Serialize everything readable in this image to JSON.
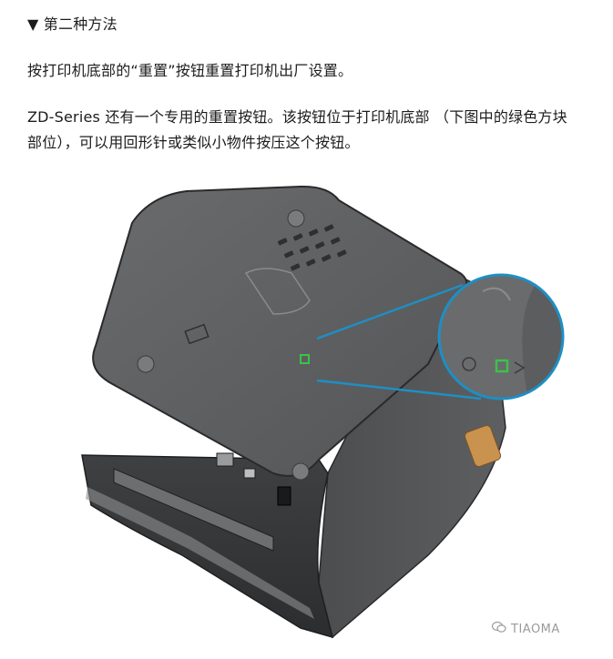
{
  "doc": {
    "heading": "▼ 第二种方法",
    "paragraph1": "按打印机底部的“重置”按钮重置打印机出厂设置。",
    "paragraph2_line1": "ZD-Series 还有一个专用的重置按钮。该按钮位于打印机底部 （下图中的绿色方块",
    "paragraph2_line2": "部位），可以用回形针或类似小物件按压这个按钮。"
  },
  "figure": {
    "watermark_text": "TIAOMA",
    "watermark_icon": "wechat-icon",
    "highlight_color": "#3cc24a",
    "callout_color": "#1e8fc4",
    "printer_body_color": "#5a5b5d",
    "printer_base_color": "#3a3b3d"
  }
}
